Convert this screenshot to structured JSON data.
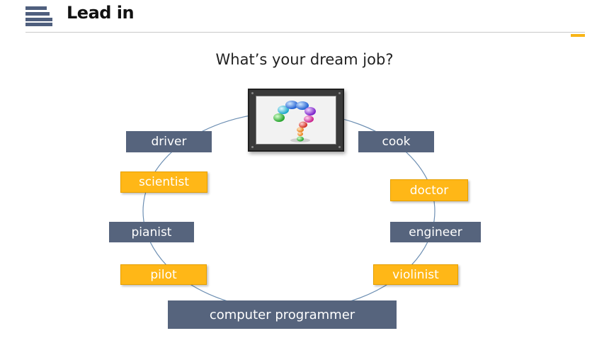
{
  "header": {
    "title": "Lead in",
    "menu_icon": "menu-lines-icon"
  },
  "main": {
    "question": "What’s your dream job?",
    "center_image": "question-mark-icon",
    "jobs": [
      {
        "label": "driver",
        "style": "slate"
      },
      {
        "label": "cook",
        "style": "slate"
      },
      {
        "label": "scientist",
        "style": "amber"
      },
      {
        "label": "doctor",
        "style": "amber"
      },
      {
        "label": "pianist",
        "style": "slate"
      },
      {
        "label": "engineer",
        "style": "slate"
      },
      {
        "label": "pilot",
        "style": "amber"
      },
      {
        "label": "violinist",
        "style": "amber"
      },
      {
        "label": "computer programmer",
        "style": "slate"
      }
    ]
  },
  "colors": {
    "slate": "#56647d",
    "amber": "#ffb717",
    "accent": "#f9b517",
    "ring": "#6d8fb3"
  }
}
